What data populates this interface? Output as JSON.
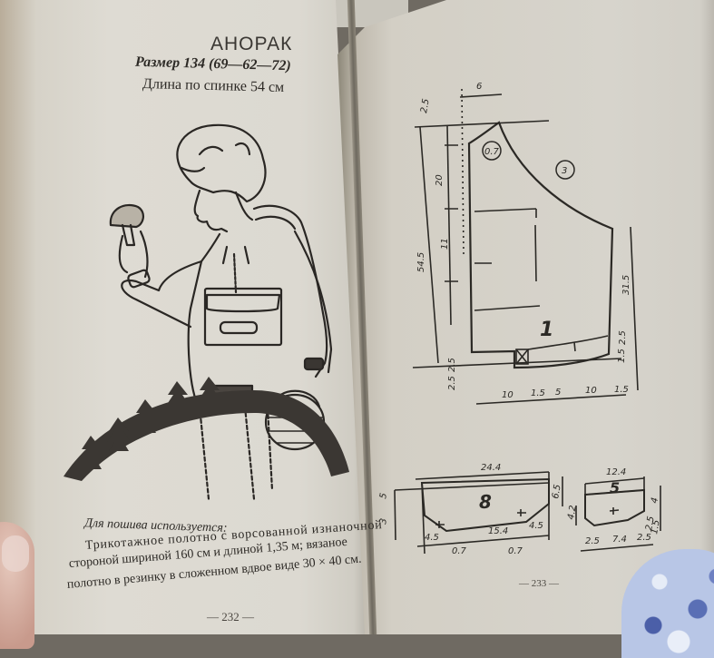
{
  "left_page": {
    "title": "АНОРАК",
    "size_line": "Размер 134 (69—62—72)",
    "length_line": "Длина по спинке 54 см",
    "illustration": "boy-in-anorak-holding-mushroom-and-basket",
    "materials_heading": "Для пошива используется:",
    "materials_lines": [
      "Трикотажное полотно с ворсованной изнаночной",
      "стороной шириной 160 см и длиной 1,35 м; вязаное",
      "полотно в резинку в сложенном вдвое виде 30 × 40 см."
    ],
    "page_number": "— 232 —"
  },
  "right_page": {
    "main_pattern": {
      "piece_number": "1",
      "circled_labels": [
        "0.7",
        "3"
      ],
      "dimensions": {
        "top_width": "6",
        "neck_drop": "2.5",
        "upper_left": "20",
        "mid_left": "11",
        "total_height": "54.5",
        "side_height": "31.5",
        "right_lower_1": "2.5",
        "right_lower_2": "1.5",
        "bottom_left_1": "2.5",
        "bottom_left_2": "2.5",
        "bottom_widths": [
          "10",
          "1.5",
          "5",
          "10",
          "1.5"
        ]
      }
    },
    "piece_8": {
      "piece_number": "8",
      "top_width": "24.4",
      "bottom_width": "15.4",
      "bevel_left": "4.5",
      "bevel_right": "4.5",
      "offset_left": "0.7",
      "offset_right": "0.7",
      "left_heights": [
        "5",
        "3"
      ],
      "right_heights": [
        "6.5",
        "4.2"
      ]
    },
    "piece_5": {
      "piece_number": "5",
      "top_width": "12.4",
      "bottom_widths": [
        "2.5",
        "7.4",
        "2.5"
      ],
      "left_height": "4.2",
      "right_heights": [
        "4",
        "2.5",
        "1.5"
      ]
    },
    "page_number": "— 233 —"
  }
}
